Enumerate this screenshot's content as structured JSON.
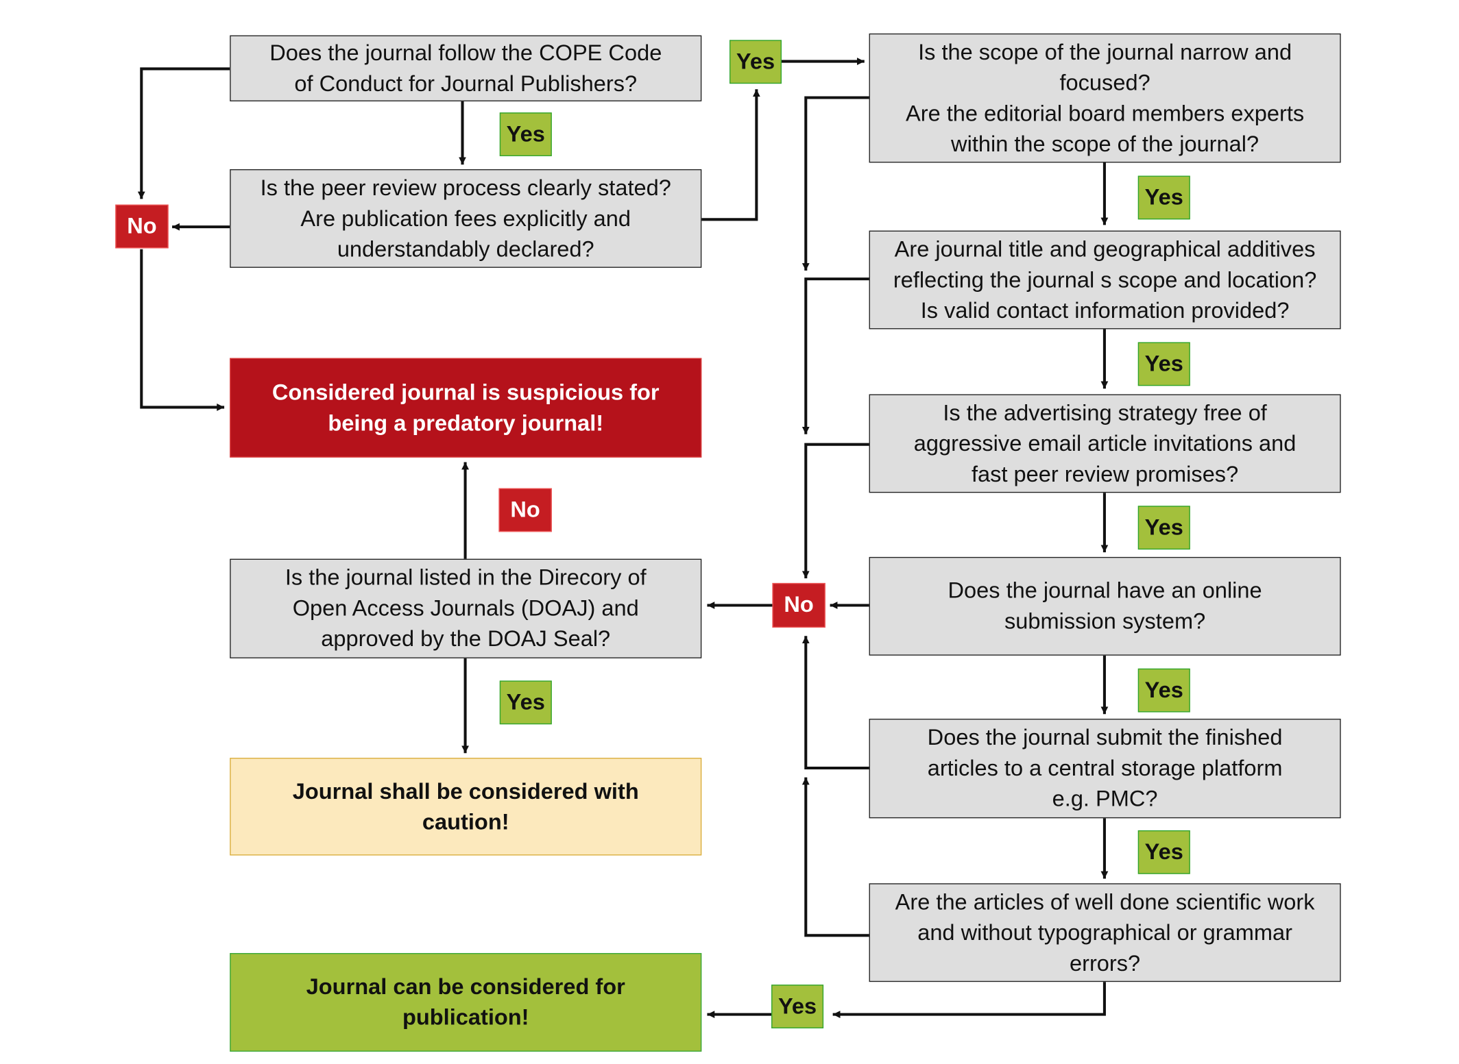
{
  "nodes": {
    "cope": "Does the journal follow the COPE Code\nof Conduct for Journal Publishers?",
    "peer": "Is the peer review process clearly stated?\nAre publication fees explicitly and\nunderstandably declared?",
    "suspicious": "Considered journal is suspicious for\nbeing a predatory journal!",
    "doaj": "Is the journal listed in the Direcory of\nOpen Access Journals (DOAJ) and\napproved by the DOAJ Seal?",
    "caution": "Journal shall be considered with\ncaution!",
    "publication": "Journal can be considered for\npublication!",
    "scope": "Is the scope of the journal narrow and\nfocused?\nAre the editorial board members experts\nwithin the scope of the journal?",
    "title_geo": "Are journal title and geographical additives\nreflecting the journal s scope and location?\nIs valid contact information provided?",
    "advertising": "Is the advertising strategy free of\naggressive email article invitations and\nfast peer review promises?",
    "online": "Does the journal have an online\nsubmission system?",
    "storage": "Does the journal submit the finished\narticles to a central storage platform\ne.g. PMC?",
    "quality": "Are the articles of well done scientific work\nand without typographical or grammar\nerrors?"
  },
  "labels": {
    "yes": "Yes",
    "no": "No"
  },
  "colors": {
    "question_fill": "#dedede",
    "suspicious_fill": "#b5121b",
    "caution_fill": "#fce9bd",
    "publication_fill": "#a3c03c",
    "yes_fill": "#a3c03c",
    "no_fill": "#c51d22"
  }
}
